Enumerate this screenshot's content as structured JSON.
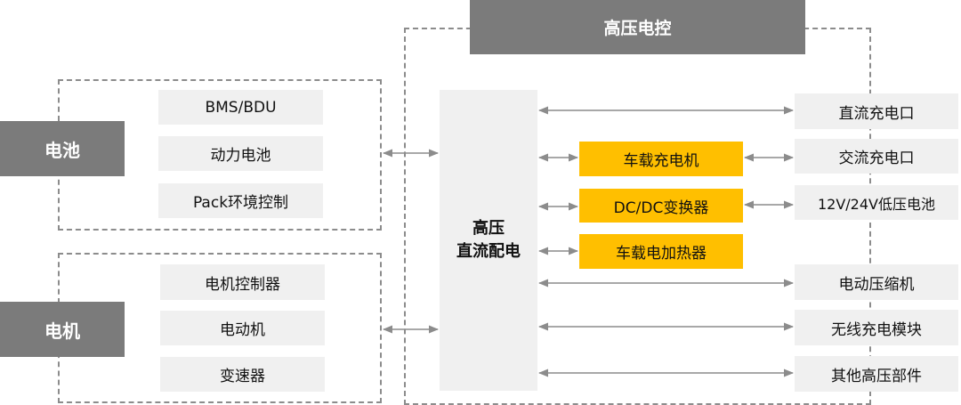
{
  "header": {
    "title": "高压电控"
  },
  "groups": {
    "battery": {
      "label": "电池",
      "items": [
        "BMS/BDU",
        "动力电池",
        "Pack环境控制"
      ]
    },
    "motor": {
      "label": "电机",
      "items": [
        "电机控制器",
        "电动机",
        "变速器"
      ]
    }
  },
  "hub": {
    "line1": "高压",
    "line2": "直流配电"
  },
  "converters": [
    "车载充电机",
    "DC/DC变换器",
    "车载电加热器"
  ],
  "outputs": [
    "直流充电口",
    "交流充电口",
    "12V/24V低压电池",
    "电动压缩机",
    "无线充电模块",
    "其他高压部件"
  ],
  "colors": {
    "dark_box": "#7b7b7b",
    "light_box": "#f0f0f0",
    "highlight": "#ffbf00",
    "arrow": "#8c8c8c"
  }
}
